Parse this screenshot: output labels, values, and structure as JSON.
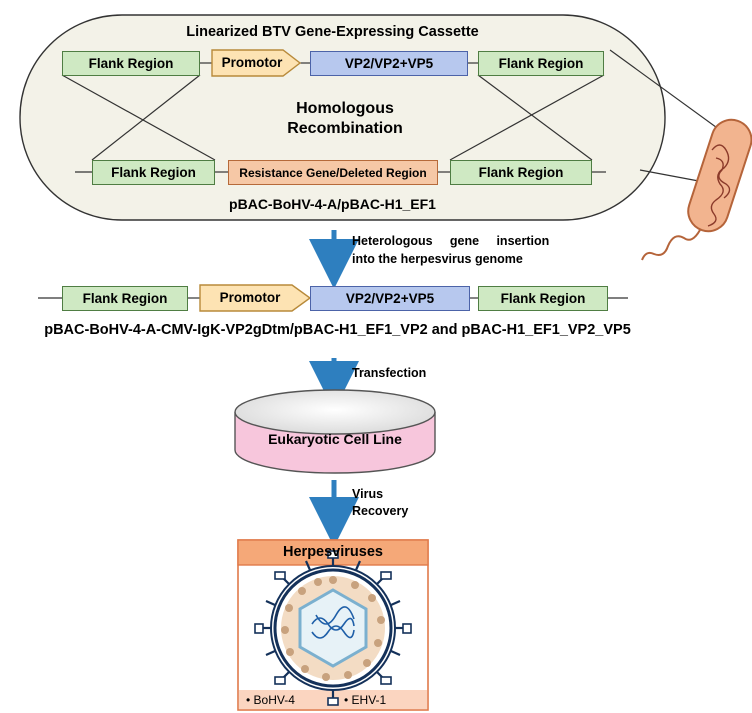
{
  "cassette": {
    "title": "Linearized BTV Gene-Expressing Cassette",
    "flank_left": "Flank Region",
    "promoter": "Promotor",
    "vp": "VP2/VP2+VP5",
    "flank_right": "Flank Region"
  },
  "recombination": {
    "line1": "Homologous",
    "line2": "Recombination"
  },
  "bac": {
    "flank_left": "Flank Region",
    "resistance": "Resistance Gene/Deleted Region",
    "flank_right": "Flank Region",
    "name": "pBAC-BoHV-4-A/pBAC-H1_EF1"
  },
  "step1": {
    "line1": "Heterologous     gene     insertion",
    "line2": "into the herpesvirus genome"
  },
  "recombinant": {
    "flank_left": "Flank Region",
    "promoter": "Promotor",
    "vp": "VP2/VP2+VP5",
    "flank_right": "Flank Region",
    "name": "pBAC-BoHV-4-A-CMV-IgK-VP2gDtm/pBAC-H1_EF1_VP2 and pBAC-H1_EF1_VP2_VP5"
  },
  "step2": {
    "label": "Transfection"
  },
  "dish": {
    "label": "Eukaryotic Cell Line"
  },
  "step3": {
    "line1": "Virus",
    "line2": "Recovery"
  },
  "herpes": {
    "title": "Herpesviruses",
    "items": [
      "• BoHV-4",
      "• EHV-1"
    ]
  },
  "colors": {
    "flank": "#cfe9c3",
    "vp": "#b7c8ee",
    "promoter": "#fde3b3",
    "resistance": "#f6c8a6",
    "arrow": "#2e7fbf",
    "herpes_header": "#f5a878",
    "dish": "#f7c6dc"
  }
}
